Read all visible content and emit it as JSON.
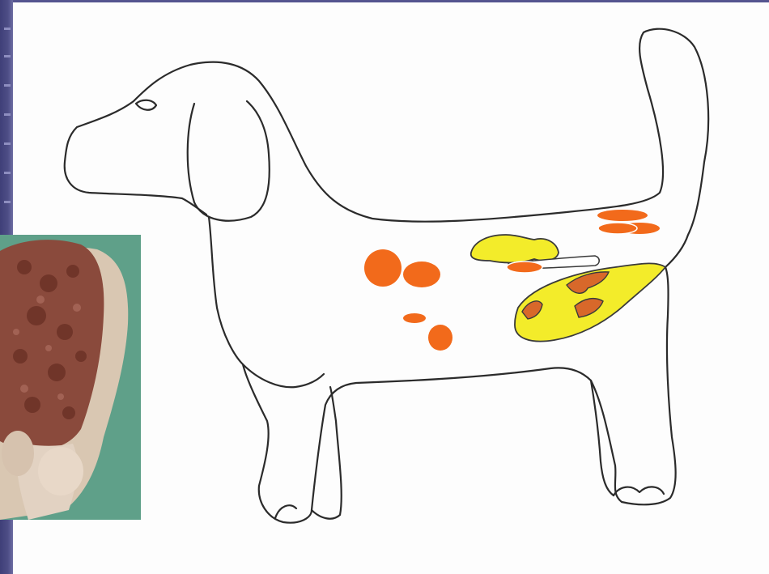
{
  "slide": {
    "description_icon": "dog-outline-diagram"
  },
  "colors": {
    "outline": "#2b2b2b",
    "lesion_orange": "#f26a1b",
    "organ_yellow": "#f3ec2a",
    "photo_background": "#5fa089",
    "photo_tissue": "#8a4a3c",
    "strip": "#4a4a84"
  },
  "diagram": {
    "subject": "dog-lateral-view",
    "lesion_count": 8
  }
}
